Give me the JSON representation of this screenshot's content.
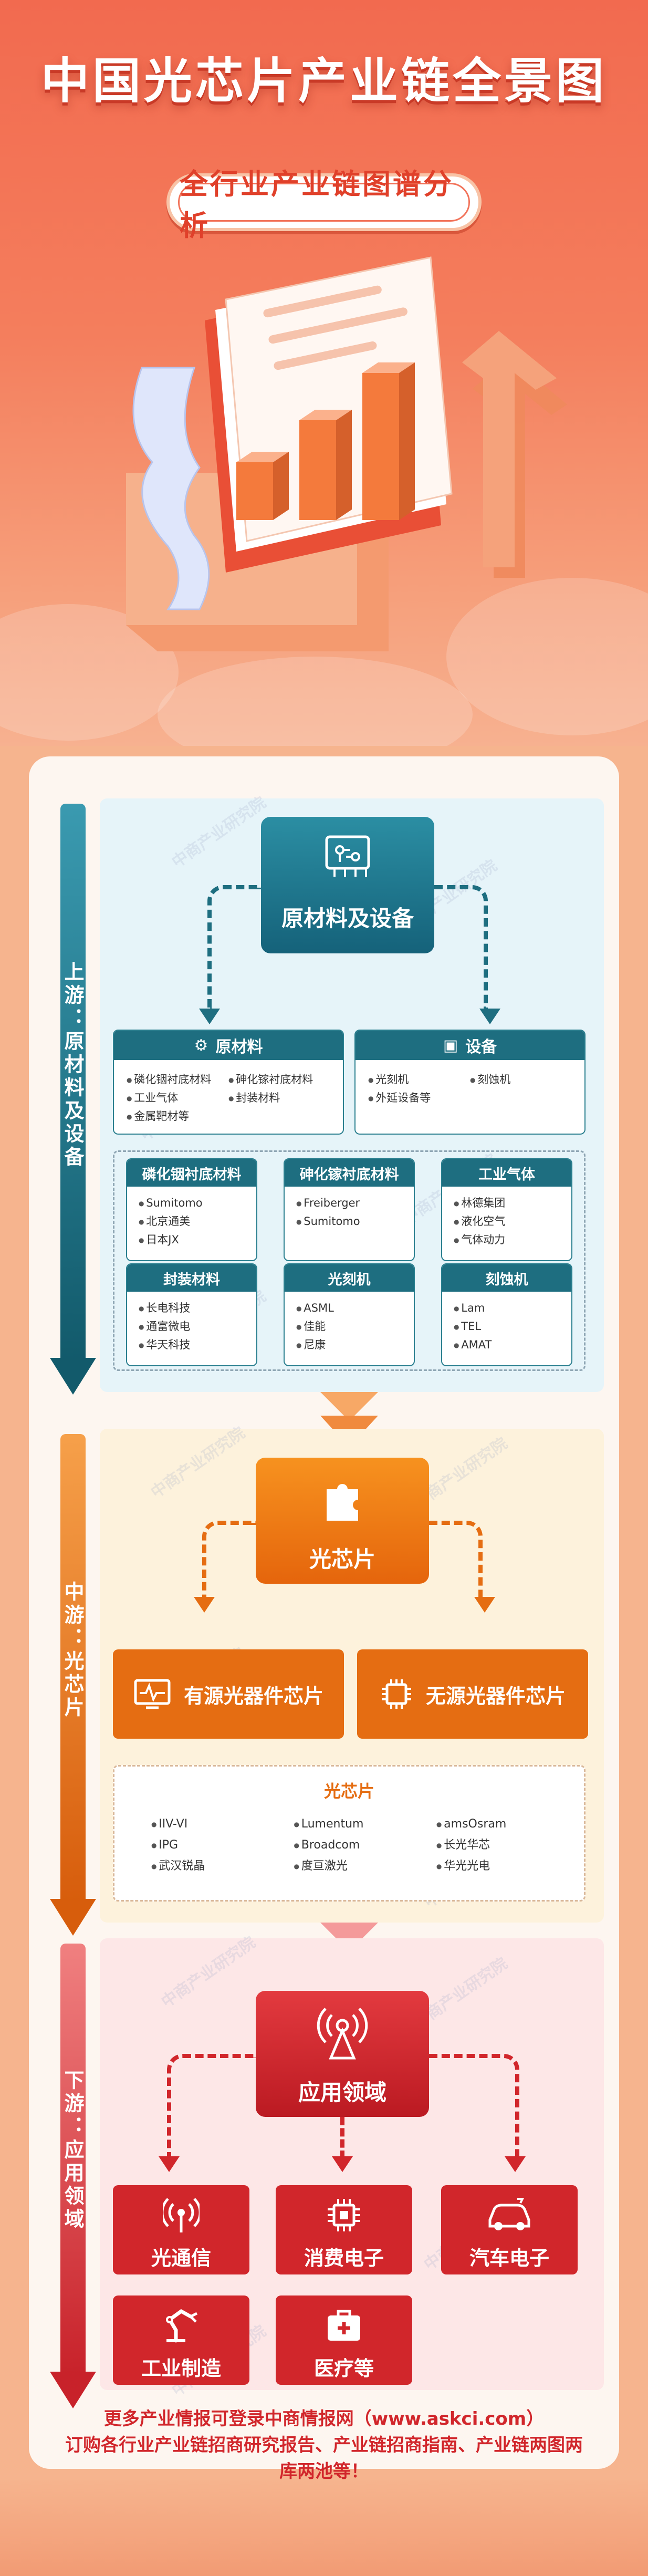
{
  "header": {
    "title": "中国光芯片产业链全景图",
    "subtitle": "全行业产业链图谱分析"
  },
  "watermark": "中商产业研究院",
  "colors": {
    "upstream": "#1e6e80",
    "midstream": "#e56d12",
    "downstream": "#d1262b"
  },
  "upstream": {
    "side_label": "上游：原材料及设备",
    "hub_label": "原材料及设备",
    "hub_icon": "chip-board-icon",
    "raw_materials": {
      "title": "原材料",
      "items": [
        "磷化铟衬底材料",
        "砷化镓衬底材料",
        "工业气体",
        "封装材料",
        "金属靶材等"
      ]
    },
    "equipment": {
      "title": "设备",
      "items": [
        "光刻机",
        "刻蚀机",
        "外延设备等"
      ]
    },
    "companies": [
      {
        "title": "磷化铟衬底材料",
        "items": [
          "Sumitomo",
          "北京通美",
          "日本JX"
        ]
      },
      {
        "title": "砷化镓衬底材料",
        "items": [
          "Freiberger",
          "Sumitomo"
        ]
      },
      {
        "title": "工业气体",
        "items": [
          "林德集团",
          "液化空气",
          "气体动力"
        ]
      },
      {
        "title": "封装材料",
        "items": [
          "长电科技",
          "通富微电",
          "华天科技"
        ]
      },
      {
        "title": "光刻机",
        "items": [
          "ASML",
          "佳能",
          "尼康"
        ]
      },
      {
        "title": "刻蚀机",
        "items": [
          "Lam",
          "TEL",
          "AMAT"
        ]
      }
    ]
  },
  "midstream": {
    "side_label": "中游：光芯片",
    "hub_label": "光芯片",
    "hub_icon": "puzzle-icon",
    "active": "有源光器件芯片",
    "passive": "无源光器件芯片",
    "companies_title": "光芯片",
    "companies": [
      "IIV-VI",
      "Lumentum",
      "amsOsram",
      "IPG",
      "Broadcom",
      "长光华芯",
      "武汉锐晶",
      "度亘激光",
      "华光光电"
    ]
  },
  "downstream": {
    "side_label": "下游：应用领域",
    "hub_label": "应用领域",
    "hub_icon": "antenna-icon",
    "apps": [
      {
        "label": "光通信",
        "icon": "signal-icon"
      },
      {
        "label": "消费电子",
        "icon": "chip-icon"
      },
      {
        "label": "汽车电子",
        "icon": "car-icon"
      },
      {
        "label": "工业制造",
        "icon": "robot-arm-icon"
      },
      {
        "label": "医疗等",
        "icon": "medical-kit-icon"
      }
    ]
  },
  "footer": {
    "line1": "更多产业情报可登录中商情报网（www.askci.com）",
    "line2": "订购各行业产业链招商研究报告、产业链招商指南、产业链两图两库两池等！"
  }
}
